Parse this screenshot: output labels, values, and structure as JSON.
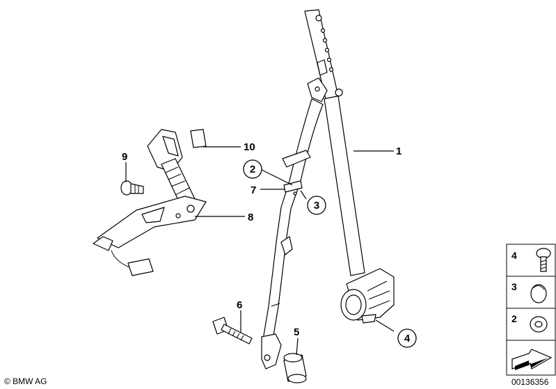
{
  "callouts": {
    "c1": "1",
    "c2": "2",
    "c3": "3",
    "c4": "4",
    "c5": "5",
    "c6": "6",
    "c7": "7",
    "c8": "8",
    "c9": "9",
    "c10": "10"
  },
  "legend": {
    "row1": "4",
    "row2": "3",
    "row3": "2"
  },
  "footer": {
    "copyright": "© BMW AG",
    "diagram_id": "00136356"
  }
}
